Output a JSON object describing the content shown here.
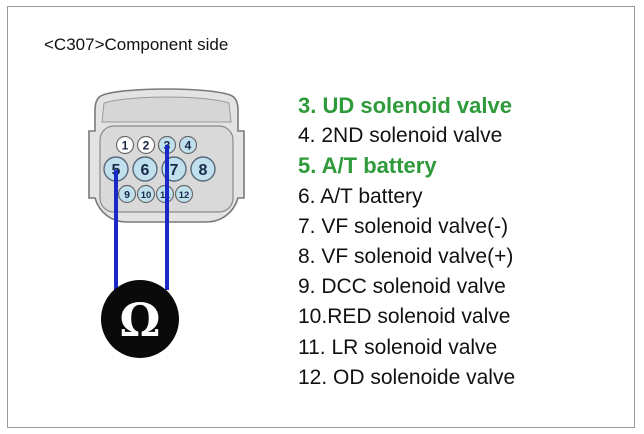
{
  "title": "<C307>Component side",
  "pins": {
    "top_row": [
      "1",
      "2",
      "3",
      "4"
    ],
    "middle_row": [
      "5",
      "6",
      "7",
      "8"
    ],
    "bottom_row": [
      "9",
      "10",
      "11",
      "12"
    ]
  },
  "meter": {
    "symbol": "Ω",
    "icon": "ohmmeter-icon"
  },
  "colors": {
    "highlight": "#2e9a3a",
    "probe_wire": "#1a28c8",
    "pin_fill": "#bfe0ec"
  },
  "pin_list": [
    {
      "text": "3. UD solenoid valve",
      "highlight": true
    },
    {
      "text": "4. 2ND solenoid valve",
      "highlight": false
    },
    {
      "text": "5. A/T battery",
      "highlight": true
    },
    {
      "text": "6. A/T battery",
      "highlight": false
    },
    {
      "text": "7. VF solenoid valve(-)",
      "highlight": false
    },
    {
      "text": "8. VF solenoid valve(+)",
      "highlight": false
    },
    {
      "text": "9. DCC solenoid valve",
      "highlight": false
    },
    {
      "text": "10.RED solenoid valve",
      "highlight": false
    },
    {
      "text": "11. LR solenoid valve",
      "highlight": false
    },
    {
      "text": "12. OD solenoide valve",
      "highlight": false
    }
  ]
}
